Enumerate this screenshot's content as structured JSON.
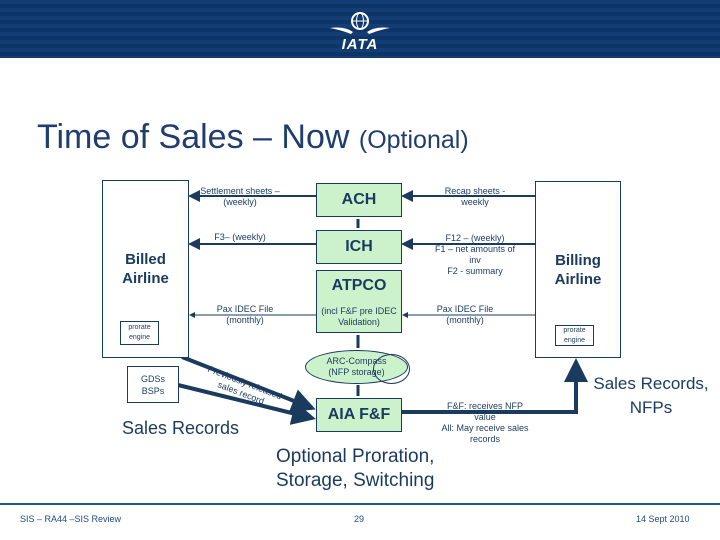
{
  "header": {
    "logo_text": "IATA"
  },
  "title": {
    "main": "Time of Sales – Now",
    "optional": "(Optional)"
  },
  "billed_airline": {
    "label_line1": "Billed",
    "label_line2": "Airline",
    "engine_line1": "prorate",
    "engine_line2": "engine"
  },
  "billing_airline": {
    "label_line1": "Billing",
    "label_line2": "Airline",
    "engine_line1": "prorate",
    "engine_line2": "engine"
  },
  "gds": {
    "line1": "GDSs",
    "line2": "BSPs"
  },
  "nodes": {
    "ach": "ACH",
    "ich": "ICH",
    "atpco": "ATPCO",
    "atpco_sub1": "(incl F&F pre IDEC",
    "atpco_sub2": "Validation)",
    "arc_line1": "ARC-Compass",
    "arc_line2": "(NFP storage)",
    "aia": "AIA F&F"
  },
  "left_labels": {
    "settlement1": "Settlement sheets –",
    "settlement2": "(weekly)",
    "f3": "F3– (weekly)",
    "pax1": "Pax IDEC File",
    "pax2": "(monthly)",
    "prev1": "Previously released",
    "prev2": "sales record"
  },
  "right_labels": {
    "recap1": "Recap sheets -",
    "recap2": "weekly",
    "f12_1": "F12 – (weekly)",
    "f12_2": "F1 – net amounts of",
    "f12_3": "inv",
    "f12_4": "F2 - summary",
    "pax1": "Pax IDEC File",
    "pax2": "(monthly)",
    "ff1": "F&F: receives NFP",
    "ff2": "value",
    "ff3": "All: May receive sales",
    "ff4": "records"
  },
  "captions": {
    "sales_records": "Sales Records",
    "optional1": "Optional Proration,",
    "optional2": "Storage, Switching",
    "nfp1": "Sales Records,",
    "nfp2": "NFPs"
  },
  "footer": {
    "left": "SIS – RA44 –SIS Review",
    "page": "29",
    "date": "14 Sept 2010"
  },
  "colors": {
    "header": "#123d75",
    "node_fill": "#ccf2cc",
    "ink": "#1a3a5e"
  }
}
